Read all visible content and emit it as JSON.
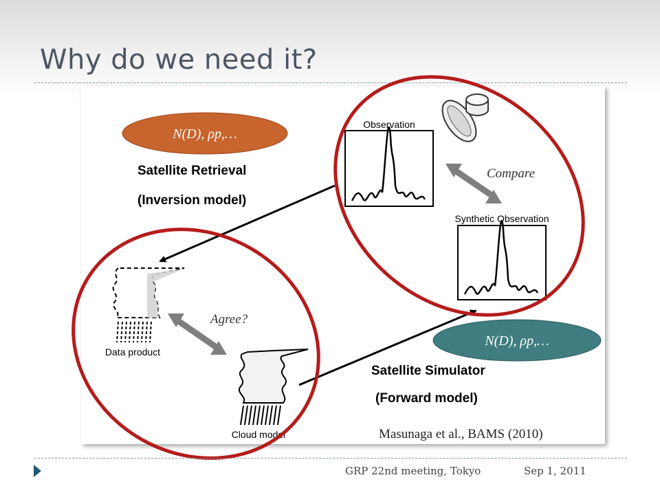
{
  "slide": {
    "title": "Why do we need it?"
  },
  "diagram": {
    "retrieval_params": "N(D), ρp,…",
    "simulator_params": "N(D), ρp,…",
    "retrieval_title": "Satellite Retrieval",
    "retrieval_subtitle": "(Inversion model)",
    "simulator_title": "Satellite Simulator",
    "simulator_subtitle": "(Forward model)",
    "observation_label": "Observation",
    "synthetic_label": "Synthetic Observation",
    "compare_label": "Compare",
    "agree_label": "Agree?",
    "data_product_label": "Data product",
    "cloud_model_label": "Cloud model",
    "citation": "Masunaga et al., BAMS (2010)"
  },
  "colors": {
    "ellipse": "#b51c1c",
    "retrieval_pill": "#c8642d",
    "simulator_pill": "#3f7d80",
    "accent": "#1f5972"
  },
  "footer": {
    "meeting": "GRP 22nd meeting, Tokyo",
    "date": "Sep 1, 2011"
  }
}
